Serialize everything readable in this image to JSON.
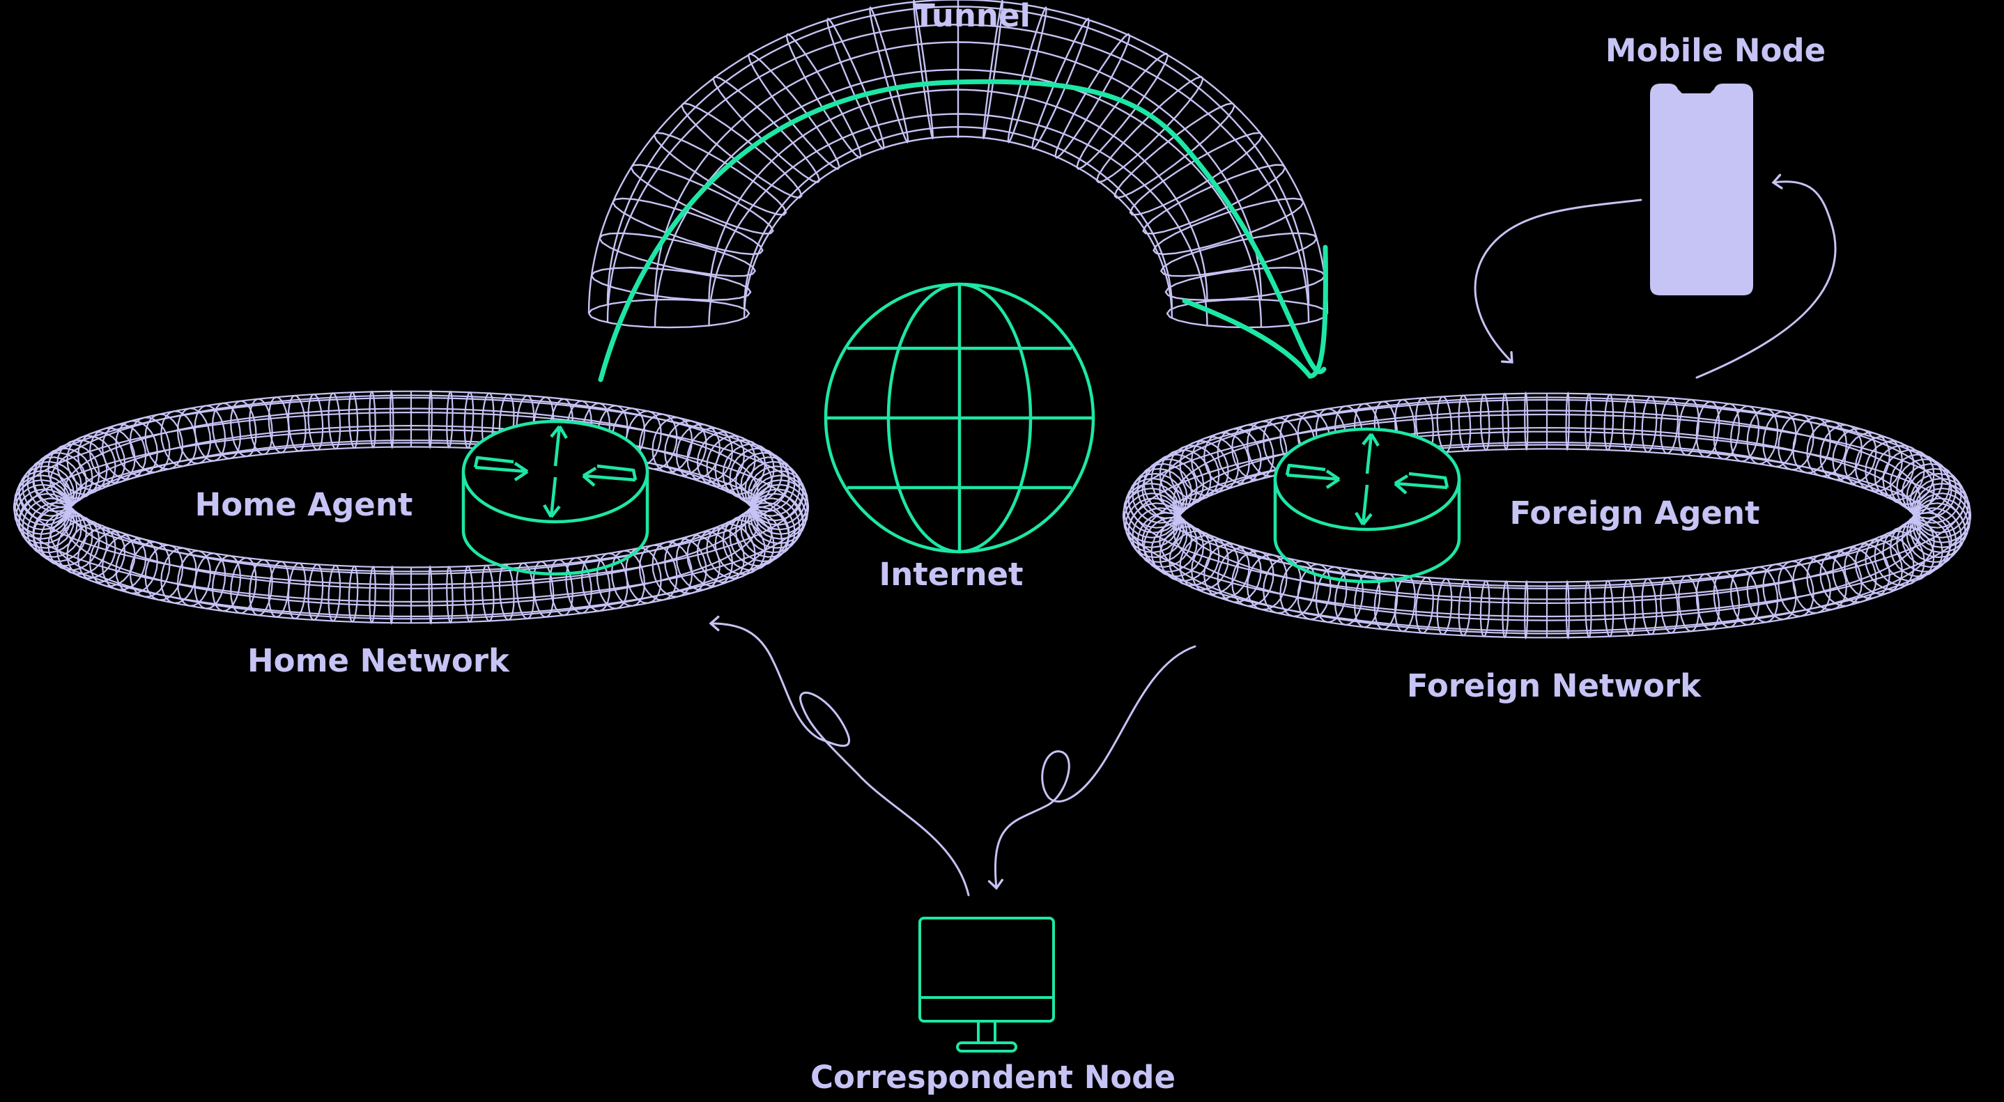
{
  "colors": {
    "background": "#000000",
    "wireframe": "#c6c3f5",
    "accent": "#1ee6a6",
    "label": "#c6c3f5",
    "device_fill": "#c6c3f5"
  },
  "labels": {
    "tunnel": "Tunnel",
    "mobile_node": "Mobile Node",
    "home_agent": "Home Agent",
    "internet": "Internet",
    "foreign_agent": "Foreign Agent",
    "home_network": "Home Network",
    "foreign_network": "Foreign Network",
    "correspondent_node": "Correspondent Node"
  },
  "icons": {
    "home_router": "router-icon",
    "foreign_router": "router-icon",
    "internet": "globe-icon",
    "mobile_node": "smartphone-icon",
    "correspondent_node": "desktop-monitor-icon"
  }
}
